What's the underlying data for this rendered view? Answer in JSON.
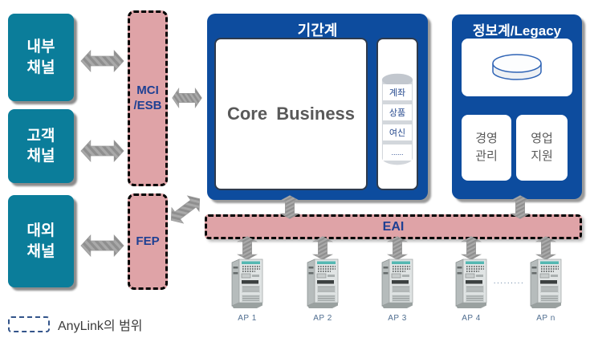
{
  "channels": [
    {
      "line1": "내부",
      "line2": "채널"
    },
    {
      "line1": "고객",
      "line2": "채널"
    },
    {
      "line1": "대외",
      "line2": "채널"
    }
  ],
  "gateways": {
    "mci_line1": "MCI",
    "mci_line2": "/ESB",
    "fep": "FEP"
  },
  "core_system": {
    "title": "기간계",
    "main": "Core Business",
    "db_items": [
      "계좌",
      "상품",
      "여신",
      "......"
    ]
  },
  "legacy_system": {
    "title": "정보계/Legacy",
    "modules": [
      {
        "line1": "경영",
        "line2": "관리"
      },
      {
        "line1": "영업",
        "line2": "지원"
      }
    ]
  },
  "eai": {
    "label": "EAI"
  },
  "servers": {
    "labels": [
      "AP 1",
      "AP 2",
      "AP 3",
      "AP 4",
      "AP n"
    ],
    "separator": "........."
  },
  "legend": {
    "label": "AnyLink의 범위"
  },
  "icons": {
    "arrow": "hatched-double-arrow-icon",
    "server": "tower-server-icon",
    "core_db": "database-cylinder-icon",
    "legacy_db": "disk-cylinder-icon"
  },
  "colors": {
    "channel_teal": "#0b7d9a",
    "system_blue": "#0d4c9e",
    "integration_pink": "#dfa3a7",
    "label_navy": "#1e4093",
    "text_gray": "#595959",
    "arrow_gray": "#a9a9a9",
    "ap_label_blue": "#4f6d8f",
    "legend_border_blue": "#33548a"
  }
}
